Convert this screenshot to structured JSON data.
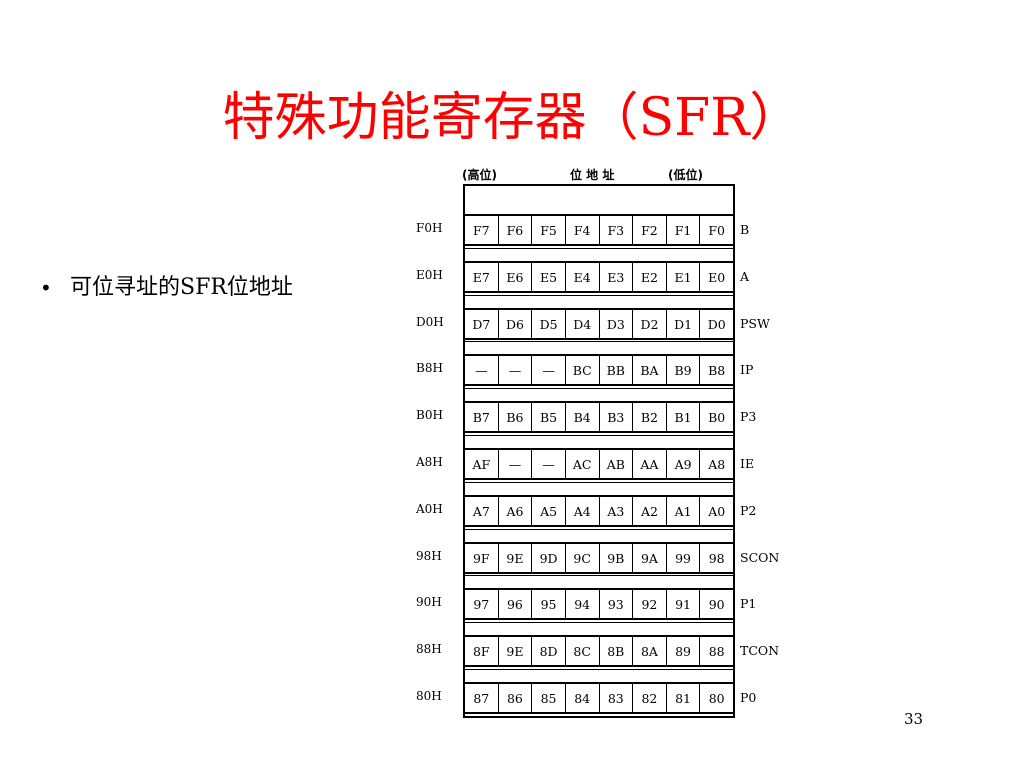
{
  "slide": {
    "title": "特殊功能寄存器（SFR）",
    "bullets": [
      "可位寻址的SFR位地址"
    ],
    "page_number": "33"
  },
  "figure": {
    "header_high": "(高位)",
    "header_mid": "位 地 址",
    "header_low": "(低位)",
    "rows": [
      {
        "addr": "F0H",
        "bits": [
          "F7",
          "F6",
          "F5",
          "F4",
          "F3",
          "F2",
          "F1",
          "F0"
        ],
        "register": "B"
      },
      {
        "addr": "E0H",
        "bits": [
          "E7",
          "E6",
          "E5",
          "E4",
          "E3",
          "E2",
          "E1",
          "E0"
        ],
        "register": "A"
      },
      {
        "addr": "D0H",
        "bits": [
          "D7",
          "D6",
          "D5",
          "D4",
          "D3",
          "D2",
          "D1",
          "D0"
        ],
        "register": "PSW"
      },
      {
        "addr": "B8H",
        "bits": [
          "—",
          "—",
          "—",
          "BC",
          "BB",
          "BA",
          "B9",
          "B8"
        ],
        "register": "IP"
      },
      {
        "addr": "B0H",
        "bits": [
          "B7",
          "B6",
          "B5",
          "B4",
          "B3",
          "B2",
          "B1",
          "B0"
        ],
        "register": "P3"
      },
      {
        "addr": "A8H",
        "bits": [
          "AF",
          "—",
          "—",
          "AC",
          "AB",
          "AA",
          "A9",
          "A8"
        ],
        "register": "IE"
      },
      {
        "addr": "A0H",
        "bits": [
          "A7",
          "A6",
          "A5",
          "A4",
          "A3",
          "A2",
          "A1",
          "A0"
        ],
        "register": "P2"
      },
      {
        "addr": "98H",
        "bits": [
          "9F",
          "9E",
          "9D",
          "9C",
          "9B",
          "9A",
          "99",
          "98"
        ],
        "register": "SCON"
      },
      {
        "addr": "90H",
        "bits": [
          "97",
          "96",
          "95",
          "94",
          "93",
          "92",
          "91",
          "90"
        ],
        "register": "P1"
      },
      {
        "addr": "88H",
        "bits": [
          "8F",
          "9E",
          "8D",
          "8C",
          "8B",
          "8A",
          "89",
          "88"
        ],
        "register": "TCON"
      },
      {
        "addr": "80H",
        "bits": [
          "87",
          "86",
          "85",
          "84",
          "83",
          "82",
          "81",
          "80"
        ],
        "register": "P0"
      }
    ]
  }
}
